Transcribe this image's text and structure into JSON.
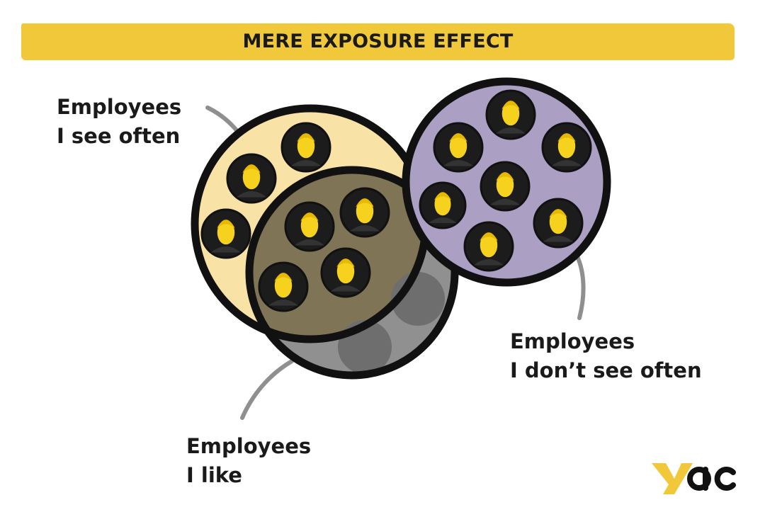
{
  "title": "MERE EXPOSURE EFFECT",
  "labels": {
    "see_often": {
      "line1": "Employees",
      "line2": "I see often"
    },
    "dont_see_often": {
      "line1": "Employees",
      "line2": "I don’t see often"
    },
    "like": {
      "line1": "Employees",
      "line2": "I like"
    }
  },
  "brand": "yac",
  "colors": {
    "banner": "#f1c83a",
    "see_often_fill": "#f8e2a5",
    "dont_see_often_fill": "#ab9fc4",
    "like_fill": "#909090",
    "overlap_fill": "#7f7455",
    "face": "#f6d11d",
    "outline": "#111111",
    "connector": "#8f8f8f"
  }
}
